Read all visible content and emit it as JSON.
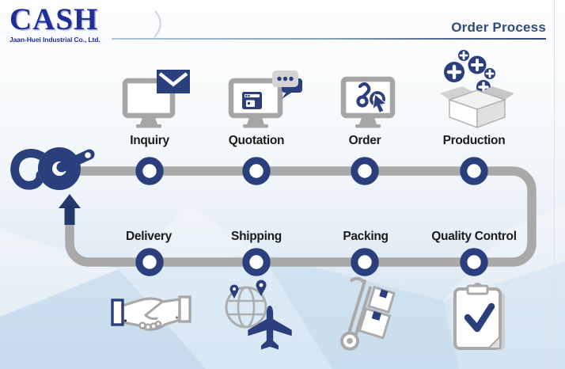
{
  "logo": {
    "name": "CASH",
    "subtitle": "Jaan-Huei Industrial Co., Ltd."
  },
  "header": {
    "title": "Order Process"
  },
  "flow": {
    "top_steps": [
      {
        "label": "Inquiry",
        "icon": "monitor-email-icon"
      },
      {
        "label": "Quotation",
        "icon": "monitor-quote-chat-icon"
      },
      {
        "label": "Order",
        "icon": "monitor-order-click-icon"
      },
      {
        "label": "Production",
        "icon": "production-box-icon"
      }
    ],
    "bottom_steps": [
      {
        "label": "Delivery",
        "icon": "handshake-icon"
      },
      {
        "label": "Shipping",
        "icon": "globe-airplane-icon"
      },
      {
        "label": "Packing",
        "icon": "hand-truck-icon"
      },
      {
        "label": "Quality Control",
        "icon": "clipboard-check-icon"
      }
    ],
    "start_icon": "hook-icon",
    "end_marker": "up-arrow-icon"
  },
  "colors": {
    "navy": "#2b3f7c",
    "logo_blue": "#1e2f96",
    "title_blue": "#2f4d79",
    "pipe_gray": "#a9a9a9",
    "icon_gray": "#a5a5a5",
    "bubble_gray": "#d4d4d4",
    "label_black": "#1b1b1b"
  }
}
